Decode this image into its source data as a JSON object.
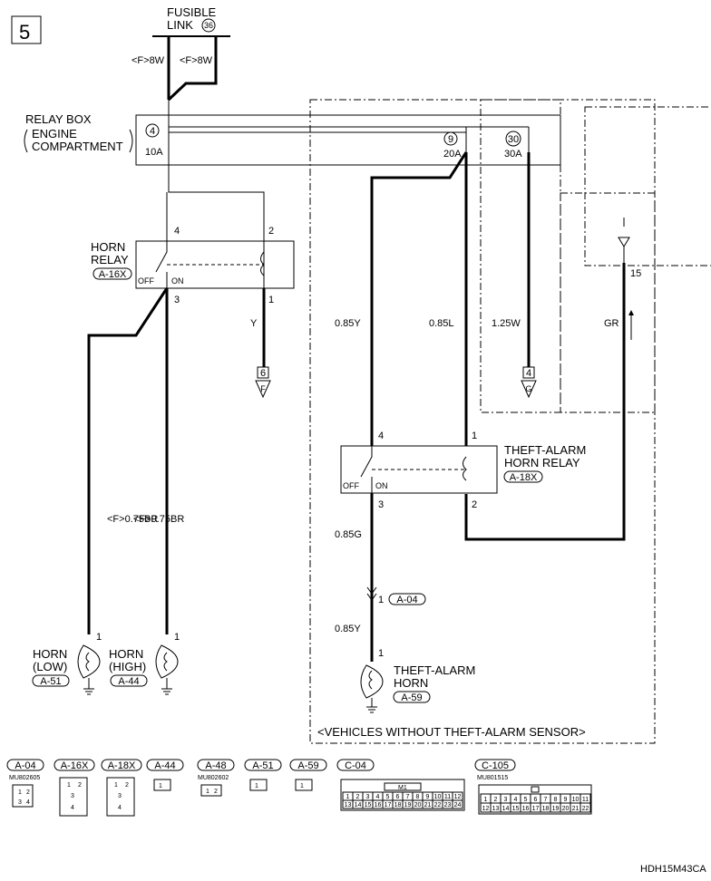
{
  "page_number": "5",
  "drawing_code": "HDH15M43CA",
  "fusible_link": {
    "label_line1": "FUSIBLE",
    "label_line2": "LINK",
    "number": "36"
  },
  "wires": {
    "fl_left": "<F>8W",
    "fl_right": "<F>8W",
    "relay_coil_out": "Y",
    "theft_in": "0.85Y",
    "theft_coil_in": "0.85L",
    "fuse30_out": "1.25W",
    "ecu_line": "GR",
    "horn_low": "<F>0.75BR",
    "horn_high": "<F>0.75BR",
    "theft_out": "0.85G",
    "theft_horn_in": "0.85Y"
  },
  "relay_box": {
    "label_line1": "RELAY BOX",
    "label_line2": "ENGINE",
    "label_line3": "COMPARTMENT",
    "fuses": [
      {
        "number": "4",
        "rating": "10A"
      },
      {
        "number": "9",
        "rating": "20A"
      },
      {
        "number": "30",
        "rating": "30A"
      }
    ]
  },
  "horn_relay": {
    "label_line1": "HORN",
    "label_line2": "RELAY",
    "connector": "A-16X",
    "off": "OFF",
    "on": "ON",
    "pins": {
      "p4": "4",
      "p2": "2",
      "p3": "3",
      "p1": "1"
    }
  },
  "theft_relay": {
    "label_line1": "THEFT-ALARM",
    "label_line2": "HORN RELAY",
    "connector": "A-18X",
    "off": "OFF",
    "on": "ON",
    "pins": {
      "p4": "4",
      "p1": "1",
      "p3": "3",
      "p2": "2"
    }
  },
  "grounds": [
    {
      "connector": "6",
      "letter": "F"
    },
    {
      "connector": "4",
      "letter": "G"
    }
  ],
  "ecu_pin": "15",
  "junction": {
    "pin": "1",
    "connector": "A-04"
  },
  "horn_low": {
    "label_line1": "HORN",
    "label_line2": "(LOW)",
    "connector": "A-51",
    "pin": "1"
  },
  "horn_high": {
    "label_line1": "HORN",
    "label_line2": "(HIGH)",
    "connector": "A-44",
    "pin": "1"
  },
  "theft_horn": {
    "label_line1": "THEFT-ALARM",
    "label_line2": "HORN",
    "connector": "A-59",
    "pin": "1"
  },
  "region_note": "<VEHICLES WITHOUT THEFT-ALARM SENSOR>",
  "connector_legend": [
    {
      "name": "A-04",
      "part": "MU802605",
      "pins": [
        "1",
        "2",
        "3",
        "4"
      ]
    },
    {
      "name": "A-16X",
      "part": "",
      "pins": [
        "1",
        "2",
        "3",
        "4"
      ]
    },
    {
      "name": "A-18X",
      "part": "",
      "pins": [
        "1",
        "2",
        "3",
        "4"
      ]
    },
    {
      "name": "A-44",
      "part": "",
      "pins": [
        "1"
      ]
    },
    {
      "name": "A-48",
      "part": "MU802602",
      "pins": [
        "1",
        "2"
      ]
    },
    {
      "name": "A-51",
      "part": "",
      "pins": [
        "1"
      ]
    },
    {
      "name": "A-59",
      "part": "",
      "pins": [
        "1"
      ]
    },
    {
      "name": "C-04",
      "part": "",
      "mark": "M1",
      "pins_top": [
        "1",
        "2",
        "3",
        "4",
        "5",
        "6",
        "7",
        "8",
        "9",
        "10",
        "11",
        "12"
      ],
      "pins_bottom": [
        "13",
        "14",
        "15",
        "16",
        "17",
        "18",
        "19",
        "20",
        "21",
        "22",
        "23",
        "24"
      ]
    },
    {
      "name": "C-105",
      "part": "MU801515",
      "pins_top": [
        "1",
        "2",
        "3",
        "4",
        "5",
        "6",
        "7",
        "8",
        "9",
        "10",
        "11"
      ],
      "pins_bottom": [
        "12",
        "13",
        "14",
        "15",
        "16",
        "17",
        "18",
        "19",
        "20",
        "21",
        "22"
      ]
    }
  ]
}
